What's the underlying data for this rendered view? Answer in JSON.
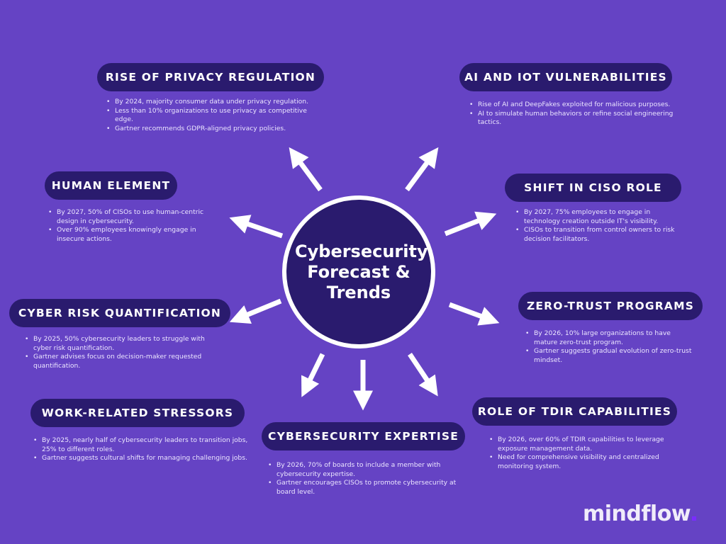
{
  "center_title": "Cybersecurity Forecast & Trends",
  "brand": "mindflow",
  "colors": {
    "background": "#6543c4",
    "pill": "#2a1b6e",
    "text": "#ffffff"
  },
  "topics": [
    {
      "title": "RISE OF PRIVACY REGULATION",
      "bullets": [
        "By 2024, majority consumer data under privacy regulation.",
        "Less than 10% organizations to use privacy as competitive edge.",
        "Gartner recommends GDPR-aligned privacy policies."
      ]
    },
    {
      "title": "AI AND IOT VULNERABILITIES",
      "bullets": [
        "Rise of AI and DeepFakes exploited for malicious purposes.",
        "AI to simulate human behaviors or refine social engineering tactics."
      ]
    },
    {
      "title": "HUMAN ELEMENT",
      "bullets": [
        "By 2027, 50% of CISOs to use human-centric design in cybersecurity.",
        "Over 90% employees knowingly engage in insecure actions."
      ]
    },
    {
      "title": "SHIFT IN CISO ROLE",
      "bullets": [
        "By 2027, 75% employees to engage in technology creation outside IT's visibility.",
        "CISOs to transition from control owners to risk decision facilitators."
      ]
    },
    {
      "title": "CYBER RISK QUANTIFICATION",
      "bullets": [
        "By 2025, 50% cybersecurity leaders to struggle with cyber risk quantification.",
        "Gartner advises focus on decision-maker requested quantification."
      ]
    },
    {
      "title": "ZERO-TRUST PROGRAMS",
      "bullets": [
        "By 2026, 10% large organizations to have mature zero-trust program.",
        "Gartner suggests gradual evolution of zero-trust mindset."
      ]
    },
    {
      "title": "WORK-RELATED STRESSORS",
      "bullets": [
        "By 2025, nearly half of cybersecurity leaders to transition jobs, 25% to different roles.",
        "Gartner suggests cultural shifts for managing challenging jobs."
      ]
    },
    {
      "title": "CYBERSECURITY EXPERTISE",
      "bullets": [
        "By 2026, 70% of boards to include a member with cybersecurity expertise.",
        "Gartner encourages CISOs to promote cybersecurity at board level."
      ]
    },
    {
      "title": "ROLE OF TDIR CAPABILITIES",
      "bullets": [
        "By 2026, over 60% of TDIR capabilities to leverage exposure management data.",
        "Need for comprehensive visibility and centralized monitoring system."
      ]
    }
  ]
}
